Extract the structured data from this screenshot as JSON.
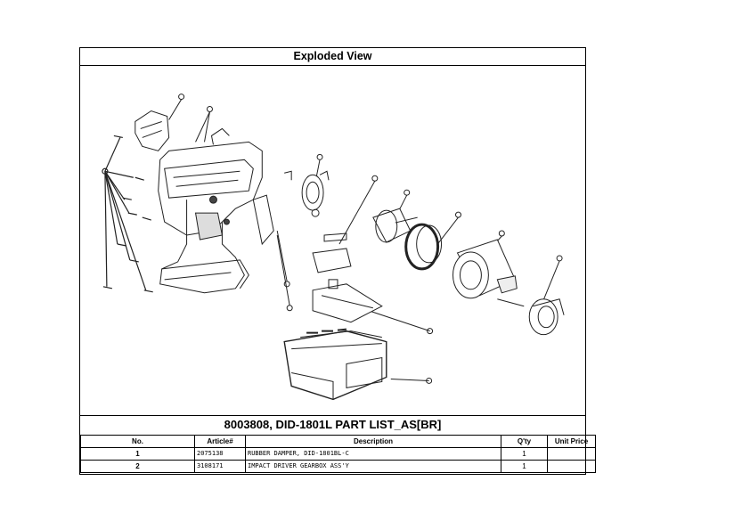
{
  "header": {
    "title": "Exploded View"
  },
  "parts_list": {
    "title": "8003808, DID-1801L PART LIST_AS[BR]",
    "columns": {
      "no": "No.",
      "article": "Article#",
      "description": "Description",
      "qty": "Q'ty",
      "unit_price": "Unit Price"
    },
    "rows": [
      {
        "no": "1",
        "article": "2075138",
        "description": "RUBBER DAMPER, DID-1801BL-C",
        "qty": "1",
        "unit_price": ""
      },
      {
        "no": "2",
        "article": "3108171",
        "description": "IMPACT DRIVER GEARBOX ASS'Y",
        "qty": "1",
        "unit_price": ""
      }
    ]
  }
}
